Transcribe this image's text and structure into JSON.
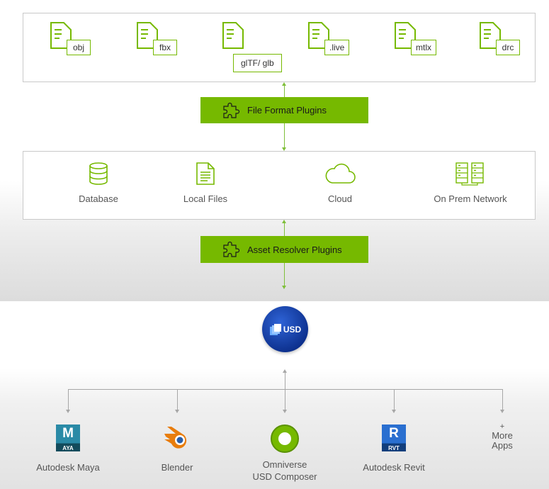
{
  "file_formats": [
    "obj",
    "fbx",
    "glTF/ glb",
    ".live",
    "mtlx",
    "drc"
  ],
  "file_format_plugins_label": "File Format Plugins",
  "storage": {
    "database": "Database",
    "local_files": "Local Files",
    "cloud": "Cloud",
    "on_prem": "On Prem Network"
  },
  "asset_resolver_plugins_label": "Asset Resolver Plugins",
  "usd_logo_text": "USD",
  "apps": {
    "maya": "Autodesk Maya",
    "maya_badge": "AYA",
    "maya_letter": "M",
    "blender": "Blender",
    "omniverse_line1": "Omniverse",
    "omniverse_line2": "USD Composer",
    "revit": "Autodesk Revit",
    "revit_badge": "RVT",
    "revit_letter": "R",
    "more_plus": "+",
    "more_line1": "More",
    "more_line2": "Apps"
  },
  "colors": {
    "accent_green": "#76b900",
    "usd_blue": "#1b4fc4",
    "maya_teal": "#1d6e86",
    "revit_blue": "#1c5bb0",
    "blender_orange": "#e87d0d"
  }
}
